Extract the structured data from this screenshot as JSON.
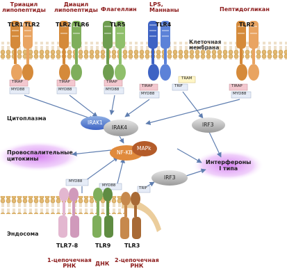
{
  "ligands": {
    "triacyl": "Триацил\nлипопептиды",
    "diacyl": "Диацил\nлипопептиды",
    "flagellin": "Флагеллин",
    "lps": "LPS,\nМаннаны",
    "peptidoglycan": "Пептидогликан"
  },
  "receptors": {
    "tlr1": "TLR1",
    "tlr2a": "TLR2",
    "tlr2b": "TLR2",
    "tlr6": "TLR6",
    "tlr5": "TLR5",
    "tlr4": "TLR4",
    "tlr2c": "TLR2",
    "tlr78": "TLR7-8",
    "tlr9": "TLR9",
    "tlr3": "TLR3"
  },
  "membrane_labels": {
    "cell_membrane": "Клеточная\nмембрана",
    "cytoplasm": "Цитоплазма",
    "endosome": "Эндосома"
  },
  "adaptors": {
    "tirap": "TIRAP",
    "myd88": "MYD88",
    "tram": "TRAM",
    "trif": "TRIF"
  },
  "nodes": {
    "irak1": "IRAK1",
    "irak4": "IRAK4",
    "irf3_top": "IRF3",
    "nfkb": "NF-KB",
    "mapk": "MAPk",
    "irf3_bottom": "IRF3"
  },
  "outcomes": {
    "proinflammatory": "Провоспалительные\nцитокины",
    "interferons": "Интерфероны\nI типа"
  },
  "endosome_ligands": {
    "ssrna": "1-цепочечная\nРНК",
    "dna": "ДНК",
    "dsrna": "2-цепочечная\nРНК"
  },
  "colors": {
    "ligand_text": "#8b1a1a",
    "membrane": "#e2b872",
    "tlr_orange": "#d58a3a",
    "tlr_green": "#7fae5b",
    "tlr_blue": "#3e63c4",
    "tlr_purple": "#d9aacb",
    "node_blue": "#5a86c6",
    "node_gray": "#b8b8b8",
    "nfkb_orange": "#e08a3c",
    "mapk_brown": "#b45c2a",
    "glow_purple": "#d37bf0",
    "arrow": "#5f7eb0"
  }
}
